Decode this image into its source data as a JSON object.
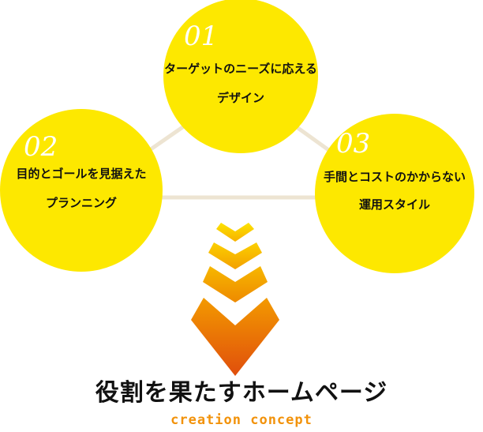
{
  "nodes": [
    {
      "number": "01",
      "lines": [
        "ターゲットのニーズに応える",
        "デザイン"
      ]
    },
    {
      "number": "02",
      "lines": [
        "目的とゴールを見据えた",
        "プランニング"
      ]
    },
    {
      "number": "03",
      "lines": [
        "手間とコストのかからない",
        "運用スタイル"
      ]
    }
  ],
  "title": "役割を果たすホームページ",
  "subtitle": "creation concept",
  "colors": {
    "circle": "#fde800",
    "connector": "#ede4d2",
    "chevron_top": "#fdd700",
    "chevron_bottom": "#e8520e",
    "subtitle": "#f2920a"
  }
}
